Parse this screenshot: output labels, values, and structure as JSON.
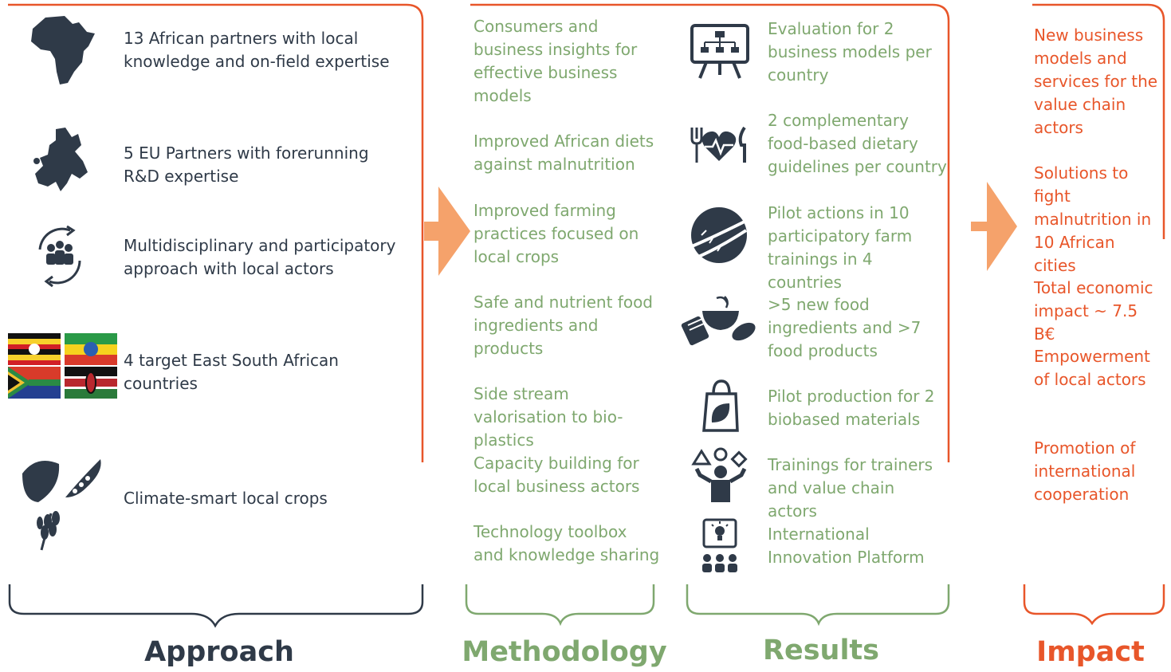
{
  "approach": {
    "title": "Approach",
    "items": [
      "13 African partners with local knowledge and on-field expertise",
      "5 EU Partners with forerunning R&D expertise",
      "Multidisciplinary and participatory approach with local actors",
      "4 target East South African countries",
      "Climate-smart local crops"
    ]
  },
  "methodology": {
    "title": "Methodology",
    "items": [
      "Consumers and business insights for effective business models",
      "Improved African diets against malnutrition",
      "Improved farming practices focused on local crops",
      "Safe and nutrient food ingredients and products",
      "Side stream valorisation to bio-plastics",
      "Capacity building for local business actors",
      "Technology toolbox and knowledge sharing"
    ]
  },
  "results": {
    "title": "Results",
    "items": [
      "Evaluation for 2 business models per country",
      "2 complementary food-based dietary guidelines per country",
      "Pilot actions in 10 participatory farm trainings in 4 countries",
      ">5 new food ingredients and >7 food products",
      "Pilot production for 2 biobased materials",
      "Trainings for trainers and value chain actors",
      "International Innovation Platform"
    ]
  },
  "impact": {
    "title": "Impact",
    "items": [
      "New business models and services for the value chain actors",
      "Solutions to fight malnutrition in 10 African cities",
      "Total economic impact ~ 7.5 B€",
      "Empowerment of local actors",
      "Promotion of international cooperation"
    ]
  },
  "colors": {
    "approach": "#2f3a48",
    "methodology_results": "#7fa86f",
    "impact": "#e8562a",
    "frame_line": "#e8562a",
    "arrow": "#f5a26b"
  }
}
